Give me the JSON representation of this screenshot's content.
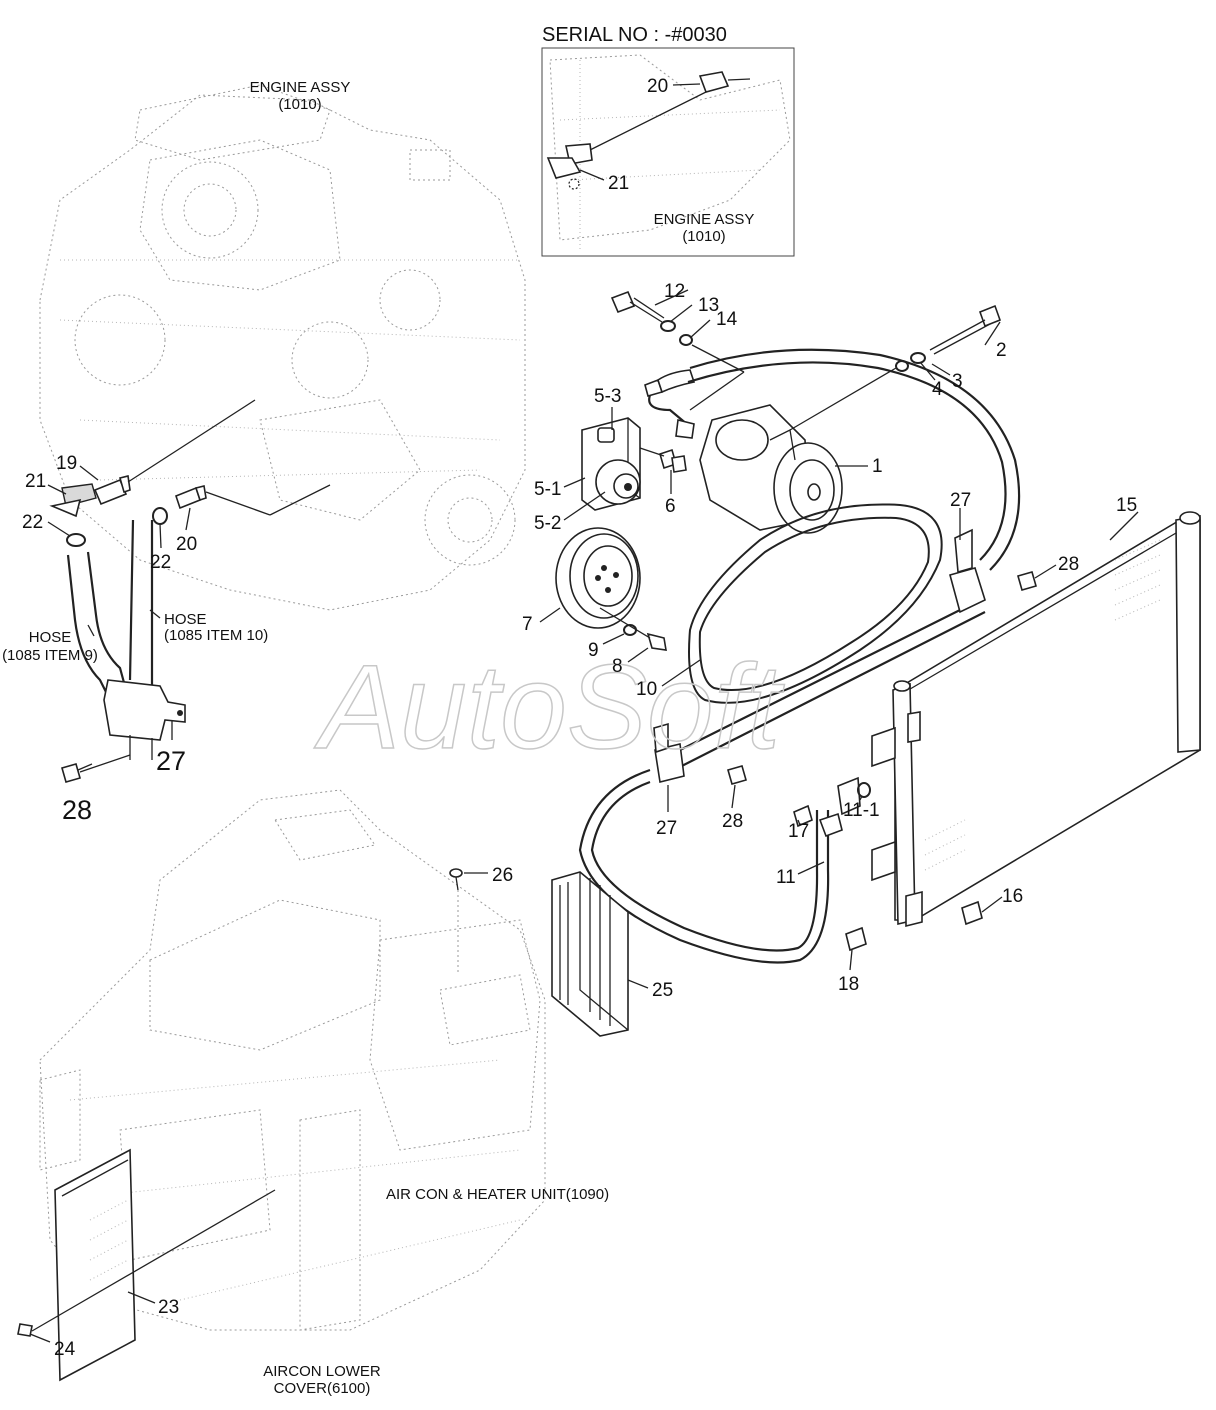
{
  "serial_box": {
    "title": "SERIAL NO : -#0030",
    "engine_label_1": "ENGINE ASSY",
    "engine_label_2": "(1010)"
  },
  "captions": {
    "engine_assy_1": "ENGINE ASSY",
    "engine_assy_2": "(1010)",
    "hose_9_1": "HOSE",
    "hose_9_2": "(1085 ITEM 9)",
    "hose_10_1": "HOSE",
    "hose_10_2": "(1085 ITEM 10)",
    "aircon_unit": "AIR CON & HEATER UNIT(1090)",
    "aircon_cover_1": "AIRCON LOWER",
    "aircon_cover_2": "COVER(6100)"
  },
  "watermark": "AutoSoft",
  "callouts": {
    "c1": "1",
    "c2": "2",
    "c3": "3",
    "c4": "4",
    "c5_1": "5-1",
    "c5_2": "5-2",
    "c5_3": "5-3",
    "c6": "6",
    "c7": "7",
    "c8": "8",
    "c9": "9",
    "c10": "10",
    "c11": "11",
    "c11_1": "11-1",
    "c12": "12",
    "c13": "13",
    "c14": "14",
    "c15": "15",
    "c16": "16",
    "c17": "17",
    "c18": "18",
    "c19": "19",
    "c20_box": "20",
    "c21_box": "21",
    "c20": "20",
    "c21": "21",
    "c22a": "22",
    "c22b": "22",
    "c23": "23",
    "c24": "24",
    "c25": "25",
    "c26": "26",
    "c27a": "27",
    "c27b": "27",
    "c27c": "27",
    "c28a": "28",
    "c28b": "28",
    "c28c": "28"
  }
}
